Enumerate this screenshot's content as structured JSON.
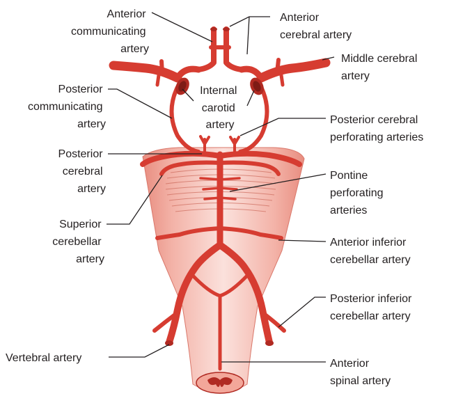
{
  "labels": {
    "anterior_communicating": [
      "Anterior",
      "communicating",
      "artery"
    ],
    "anterior_cerebral": [
      "Anterior",
      "cerebral artery"
    ],
    "middle_cerebral": [
      "Middle cerebral",
      "artery"
    ],
    "posterior_communicating": [
      "Posterior",
      "communicating",
      "artery"
    ],
    "internal_carotid": [
      "Internal",
      "carotid",
      "artery"
    ],
    "posterior_cerebral_perforating": [
      "Posterior cerebral",
      "perforating arteries"
    ],
    "posterior_cerebral": [
      "Posterior",
      "cerebral",
      "artery"
    ],
    "pontine_perforating": [
      "Pontine",
      "perforating",
      "arteries"
    ],
    "superior_cerebellar": [
      "Superior",
      "cerebellar",
      "artery"
    ],
    "anterior_inferior_cerebellar": [
      "Anterior inferior",
      "cerebellar artery"
    ],
    "posterior_inferior_cerebellar": [
      "Posterior inferior",
      "cerebellar artery"
    ],
    "vertebral": [
      "Vertebral artery"
    ],
    "anterior_spinal": [
      "Anterior",
      "spinal artery"
    ]
  },
  "colors": {
    "artery": "#d63c31",
    "artery_dark": "#b02a22",
    "brainstem_light": "#fbe1dc",
    "brainstem_mid": "#f3b2a7",
    "brainstem_edge": "#e88d80",
    "text": "#231f20"
  }
}
